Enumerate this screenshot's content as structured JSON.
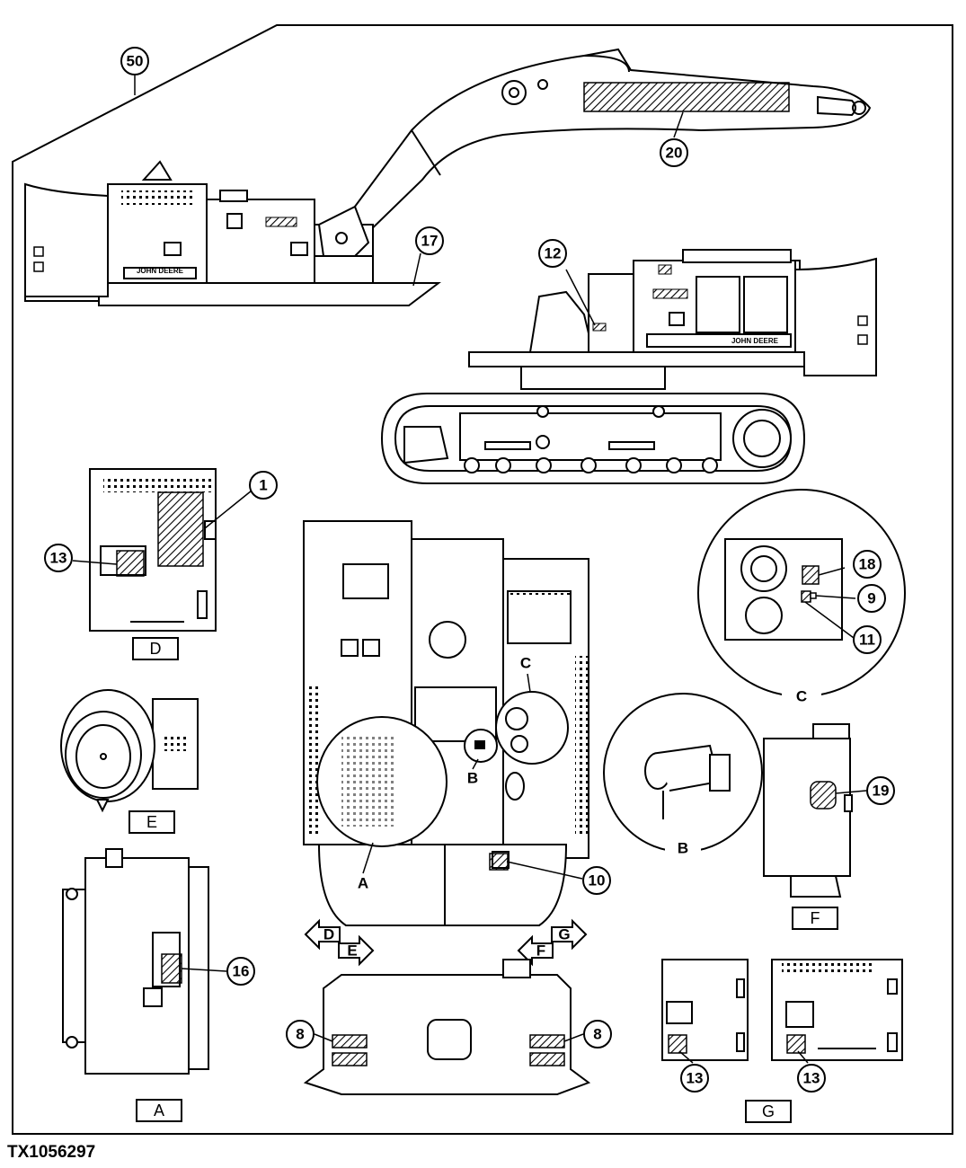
{
  "figure_id": "TX1056297",
  "callouts": {
    "c50": "50",
    "c20": "20",
    "c17": "17",
    "c12": "12",
    "c1": "1",
    "c13a": "13",
    "c18": "18",
    "c9": "9",
    "c11": "11",
    "c19": "19",
    "c10": "10",
    "c16": "16",
    "c8a": "8",
    "c8b": "8",
    "c13b": "13",
    "c13c": "13"
  },
  "detail_labels": {
    "D": "D",
    "E": "E",
    "A": "A",
    "F": "F",
    "G": "G",
    "B_circle": "B",
    "C_circle": "C",
    "A_inset": "A",
    "B_inset": "B",
    "C_inset": "C"
  },
  "view_arrows": {
    "D": "D",
    "E": "E",
    "F": "F",
    "G": "G"
  },
  "brand_text": "JOHN DEERE",
  "colors": {
    "line": "#000000",
    "background": "#ffffff"
  }
}
